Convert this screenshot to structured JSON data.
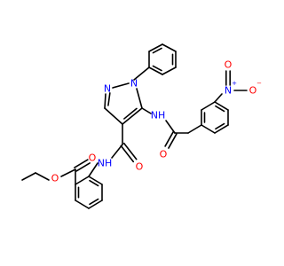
{
  "molecule": {
    "colors": {
      "oxygen": "#ff0000",
      "nitrogen": "#0000ff",
      "carbon": "#000000"
    },
    "atom_labels": {
      "n_pyrazole_top": "N",
      "n_pyrazole_ph": "N",
      "nh_amide_right": "NH",
      "o_amide_right": "O",
      "n_nitro": "N",
      "o_nitro_top": "O",
      "o_nitro_right": "O",
      "o_carboxamide": "O",
      "nh_carboxamide": "NH",
      "o_ester_carbonyl": "O",
      "o_ester": "O"
    },
    "charges": {
      "n_nitro": "+",
      "o_nitro_right": "−"
    }
  }
}
